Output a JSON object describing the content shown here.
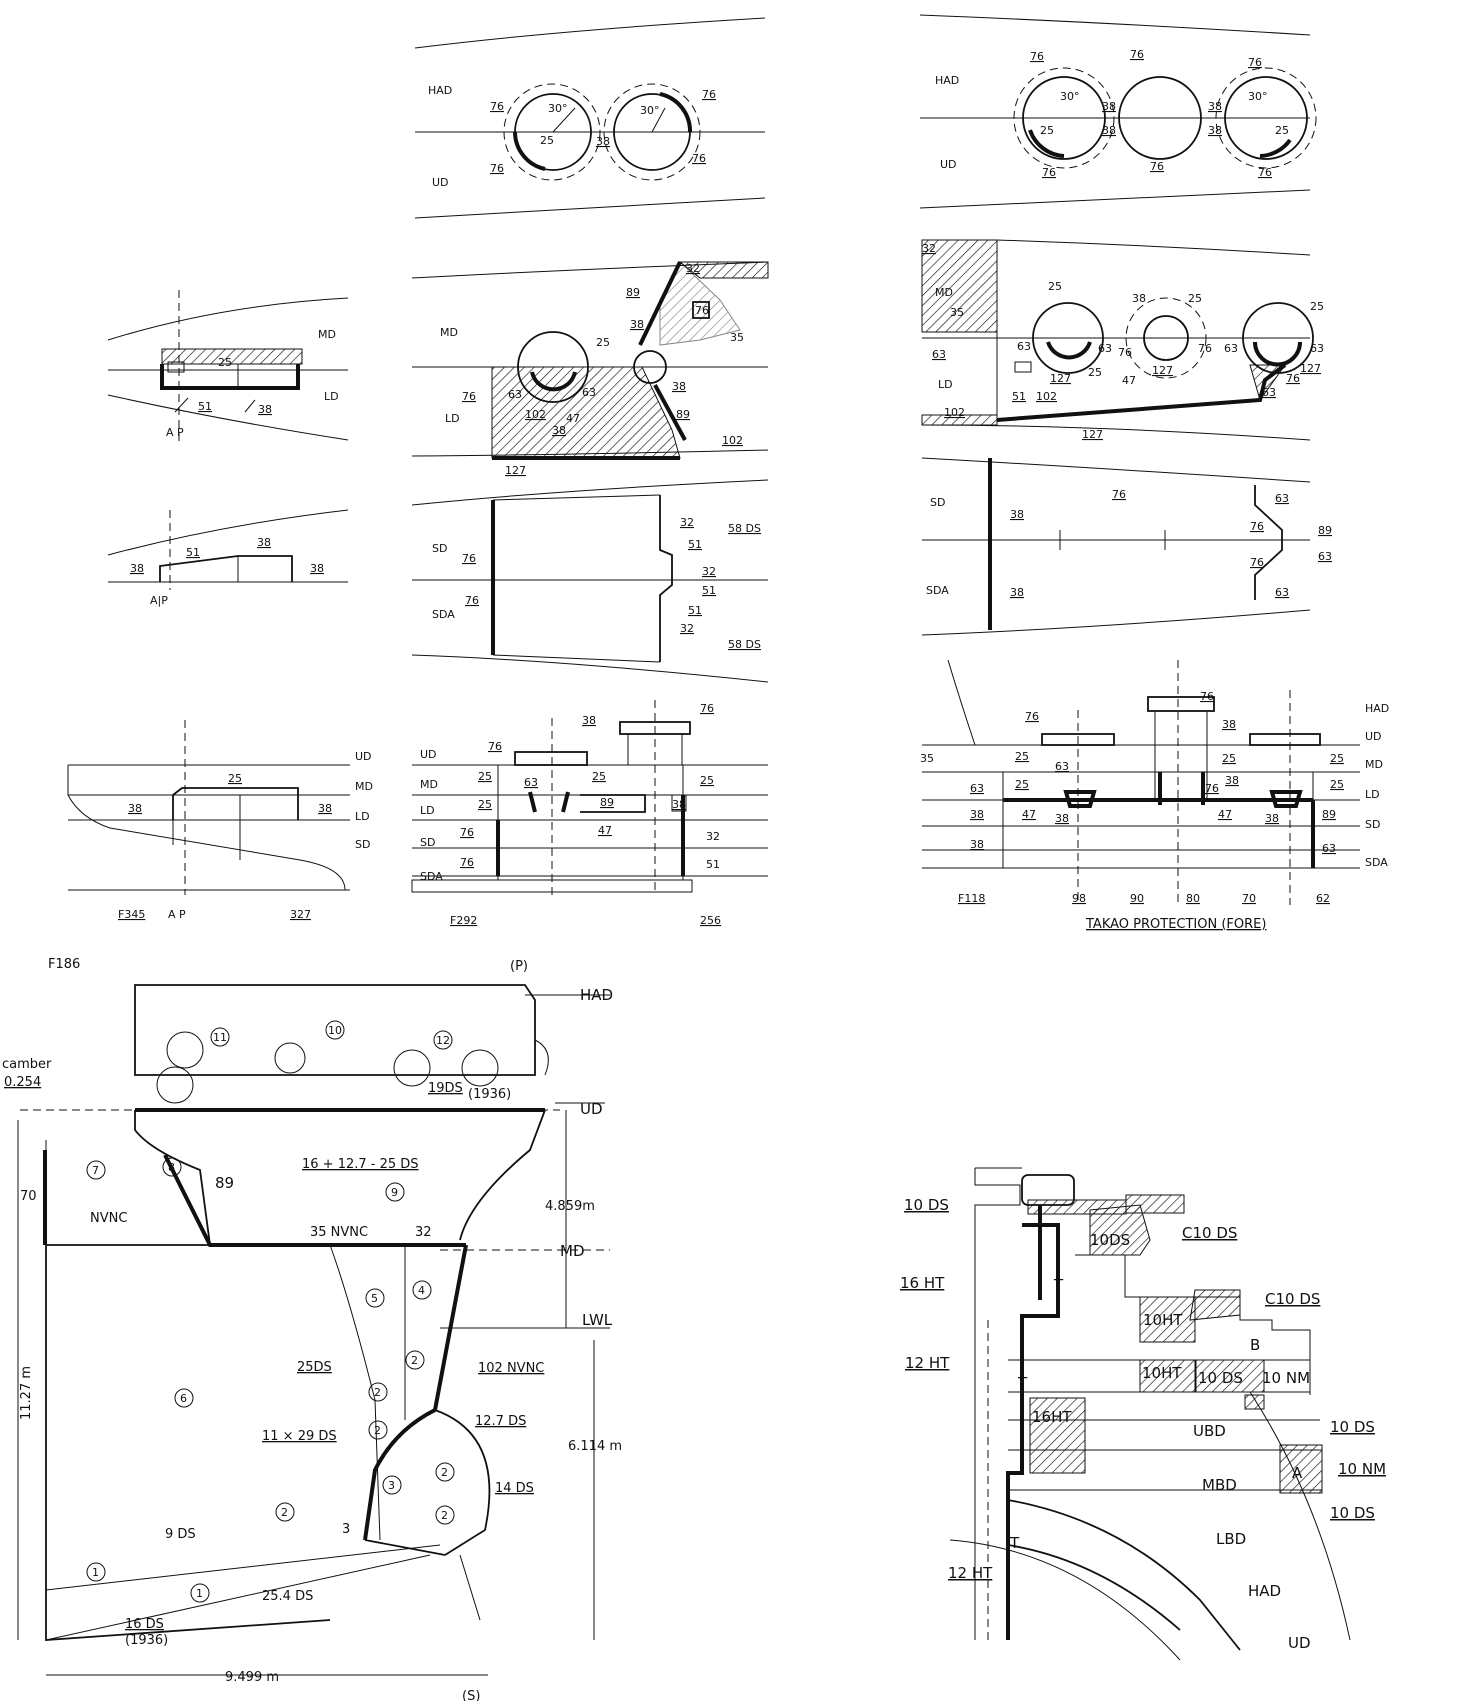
{
  "decks": {
    "had": "HAD",
    "ud": "UD",
    "md": "MD",
    "ld": "LD",
    "sd": "SD",
    "sda": "SDA",
    "lwl": "LWL",
    "ubd": "UBD",
    "mbd": "MBD",
    "lbd": "LBD"
  },
  "marks": {
    "ap": "A P",
    "a_p": "A|P",
    "p": "(P)",
    "s": "(S)",
    "t": "T",
    "b": "B",
    "a": "A"
  },
  "frames": {
    "f345": "F345",
    "f292": "F292",
    "f118": "F118",
    "f186": "F186",
    "n327": "327",
    "n256": "256",
    "n98": "98",
    "n90": "90",
    "n80": "80",
    "n70": "70",
    "n62": "62"
  },
  "thickness": {
    "n25": "25",
    "n32": "32",
    "n35": "35",
    "n38": "38",
    "n47": "47",
    "n51": "51",
    "n63": "63",
    "n76": "76",
    "n89": "89",
    "n102": "102",
    "n127": "127",
    "n30deg": "30°",
    "n58ds": "58 DS"
  },
  "caption": "TAKAO PROTECTION (FORE)",
  "section": {
    "camber": "camber",
    "camber_val": "0.254",
    "ds19": "19DS",
    "y1936": "(1936)",
    "ds16_1936": "(1936)",
    "combo": "16 + 12.7 - 25 DS",
    "nvnc": "NVNC",
    "nvnc35": "35  NVNC",
    "n32": "32",
    "n89": "89",
    "n70": "70",
    "h4859": "4.859m",
    "ds25": "25DS",
    "nvnc102": "102 NVNC",
    "ds11x29": "11 × 29 DS",
    "ds127": "12.7 DS",
    "ds14": "14 DS",
    "ds9": "9 DS",
    "ds254": "25.4 DS",
    "ds16": "16 DS",
    "w9499": "9.499  m",
    "h1127": "11.27 m",
    "h6114": "6.114 m",
    "c1": "1",
    "c2": "2",
    "c3": "3",
    "c4": "4",
    "c5": "5",
    "c6": "6",
    "c7": "7",
    "c8": "8",
    "c9": "9",
    "c10": "10",
    "c11": "11",
    "c12": "12"
  },
  "armor": {
    "ds10": "10 DS",
    "cds10": "C10 DS",
    "ht16": "16 HT",
    "ht12": "12 HT",
    "ht10": "10HT",
    "nm10": "10 NM",
    "ds10b": "10DS",
    "ht16b": "16HT"
  }
}
